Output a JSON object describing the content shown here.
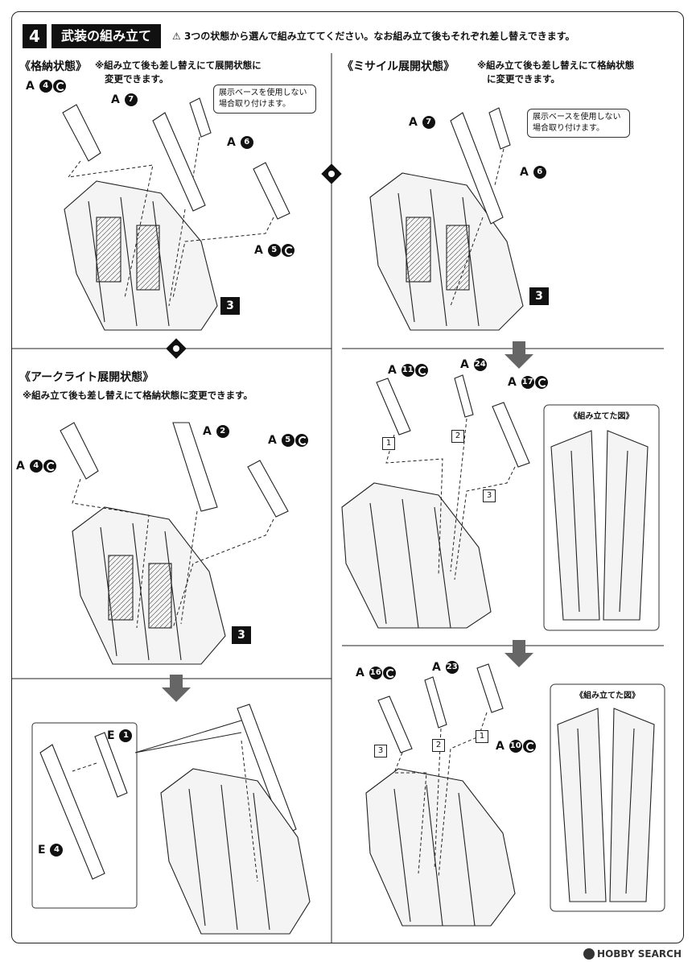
{
  "header": {
    "step_number": "4",
    "title": "武装の組み立て",
    "note": "3つの状態から選んで組み立ててください。なお組み立て後もそれぞれ差し替えできます。"
  },
  "sections": {
    "stored": {
      "title": "《格納状態》",
      "note_line1": "※組み立て後も差し替えにて展開状態に",
      "note_line2": "変更できます。",
      "callout_line1": "展示ベースを使用しない",
      "callout_line2": "場合取り付けます。",
      "parts": [
        {
          "letter": "A",
          "num": "4",
          "rotate": true
        },
        {
          "letter": "A",
          "num": "7",
          "rotate": false
        },
        {
          "letter": "A",
          "num": "6",
          "rotate": false
        },
        {
          "letter": "A",
          "num": "5",
          "rotate": true
        }
      ],
      "ref": "3"
    },
    "missile": {
      "title": "《ミサイル展開状態》",
      "note_line1": "※組み立て後も差し替えにて格納状態",
      "note_line2": "に変更できます。",
      "callout_line1": "展示ベースを使用しない",
      "callout_line2": "場合取り付けます。",
      "parts": [
        {
          "letter": "A",
          "num": "7",
          "rotate": false
        },
        {
          "letter": "A",
          "num": "6",
          "rotate": false
        }
      ],
      "ref": "3"
    },
    "arclight": {
      "title": "《アークライト展開状態》",
      "note": "※組み立て後も差し替えにて格納状態に変更できます。",
      "parts": [
        {
          "letter": "A",
          "num": "4",
          "rotate": true
        },
        {
          "letter": "A",
          "num": "2",
          "rotate": false
        },
        {
          "letter": "A",
          "num": "5",
          "rotate": true
        }
      ],
      "ref": "3"
    },
    "arclight_sub": {
      "parts": [
        {
          "letter": "E",
          "num": "1"
        },
        {
          "letter": "E",
          "num": "4"
        }
      ]
    },
    "missile_step2": {
      "parts": [
        {
          "letter": "A",
          "num": "11",
          "rotate": true
        },
        {
          "letter": "A",
          "num": "24",
          "rotate": false
        },
        {
          "letter": "A",
          "num": "17",
          "rotate": true
        }
      ],
      "order": [
        "1",
        "2",
        "3"
      ],
      "detail_title": "《組み立てた図》"
    },
    "missile_step3": {
      "parts": [
        {
          "letter": "A",
          "num": "16",
          "rotate": true
        },
        {
          "letter": "A",
          "num": "23",
          "rotate": false
        },
        {
          "letter": "A",
          "num": "10",
          "rotate": true
        }
      ],
      "order": [
        "3",
        "2",
        "1"
      ],
      "detail_title": "《組み立てた図》"
    }
  },
  "watermark": "HOBBY SEARCH",
  "colors": {
    "arrow": "#666666",
    "ink": "#111111"
  }
}
